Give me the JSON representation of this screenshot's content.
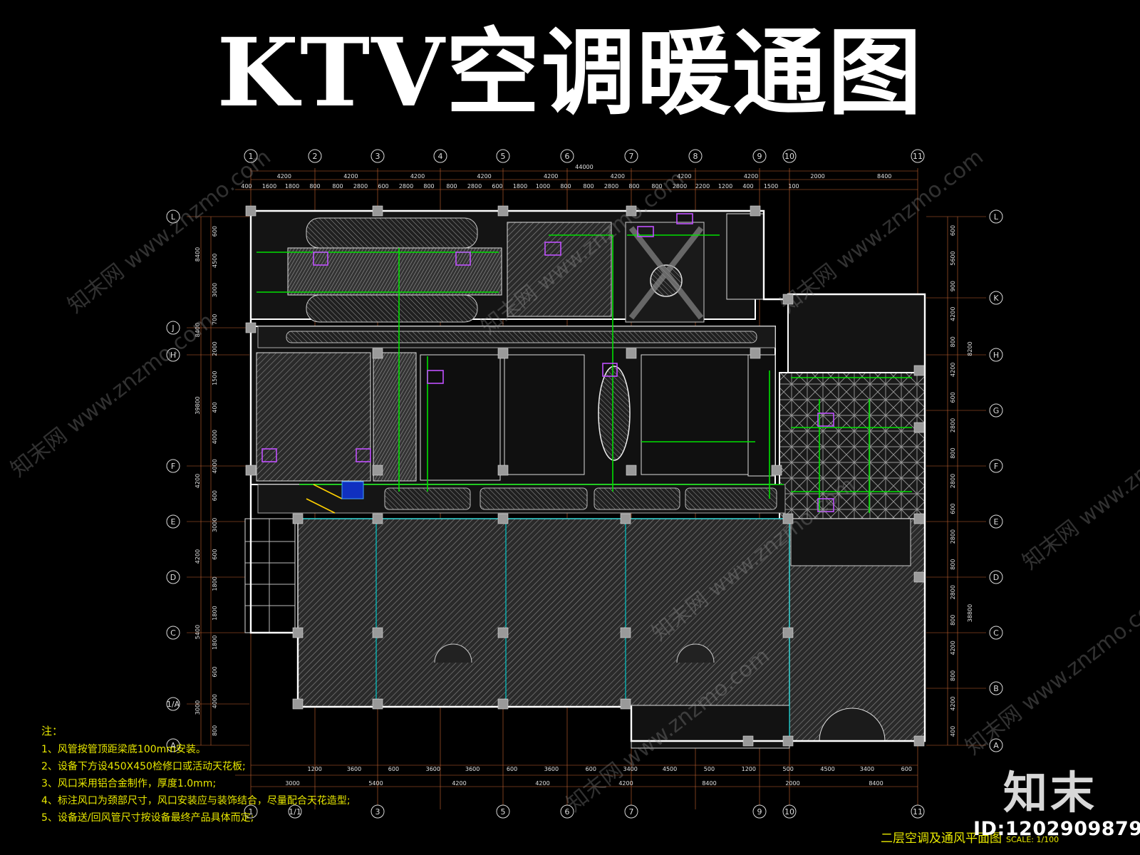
{
  "title": "KTV空调暖通图",
  "grid_top": [
    "1",
    "2",
    "3",
    "4",
    "5",
    "6",
    "7",
    "8",
    "9",
    "10",
    "11"
  ],
  "grid_bottom": [
    "1",
    "1/1",
    "3",
    "5",
    "6",
    "7",
    "9",
    "10",
    "11"
  ],
  "grid_right": [
    "L",
    "K",
    "H",
    "G",
    "F",
    "E",
    "D",
    "C",
    "B",
    "A"
  ],
  "grid_left": [
    "L",
    "J",
    "H",
    "F",
    "E",
    "D",
    "C",
    "1/A",
    "A"
  ],
  "total_width": "44000",
  "dims_top_row1": [
    "4200",
    "4200",
    "4200",
    "4200",
    "4200",
    "4200",
    "4200",
    "4200",
    "2000",
    "8400"
  ],
  "dims_top_row2": [
    "400",
    "1600",
    "1800",
    "800",
    "800",
    "2800",
    "600",
    "2800",
    "800",
    "800",
    "2800",
    "600",
    "1800",
    "1000",
    "800",
    "800",
    "2800",
    "800",
    "800",
    "2800",
    "2200",
    "1200",
    "400",
    "1500",
    "100"
  ],
  "dims_bottom_row1": [
    "1200",
    "3600",
    "600",
    "3600",
    "3600",
    "600",
    "3600",
    "600",
    "3400",
    "4500",
    "500",
    "1200",
    "500",
    "4500",
    "3400",
    "600"
  ],
  "dims_bottom_row2": [
    "3000",
    "5400",
    "4200",
    "4200",
    "4200",
    "8400",
    "2000",
    "8400"
  ],
  "dims_left_outer": [
    "8400",
    "8400",
    "39800",
    "4200",
    "4200",
    "5400",
    "3000"
  ],
  "dims_left_inner": [
    "600",
    "4500",
    "3000",
    "700",
    "2000",
    "1500",
    "400",
    "4000",
    "4000",
    "600",
    "3000",
    "600",
    "1800",
    "1800",
    "1800",
    "600",
    "4000",
    "800"
  ],
  "dims_right_outer": [
    "8200",
    "38800"
  ],
  "dims_right_inner": [
    "600",
    "5600",
    "900",
    "4200",
    "800",
    "4200",
    "600",
    "2800",
    "800",
    "2800",
    "600",
    "2800",
    "800",
    "2800",
    "800",
    "4200",
    "800",
    "4200",
    "400"
  ],
  "notes": {
    "heading": "注：",
    "items": [
      "1、风管按管顶距梁底100mm安装。",
      "2、设备下方设450X450检修口或活动天花板;",
      "3、风口采用铝合金制作，厚度1.0mm;",
      "4、标注风口为颈部尺寸，风口安装应与装饰结合，尽量配合天花造型;",
      "5、设备送/回风管尺寸按设备最终产品具体而定;"
    ]
  },
  "drawing_title": "二层空调及通风平面图",
  "drawing_scale": "SCALE: 1/100",
  "brand": "知末",
  "image_id": "ID:1202909879",
  "watermark": "知末网 www.znzmo.com",
  "colors": {
    "background": "#000000",
    "grid_line": "#c86432",
    "wall": "#ffffff",
    "duct": "#00e000",
    "hatch": "#b4b4b4",
    "cyan": "#00c8c8",
    "note_text": "#e8e800"
  }
}
